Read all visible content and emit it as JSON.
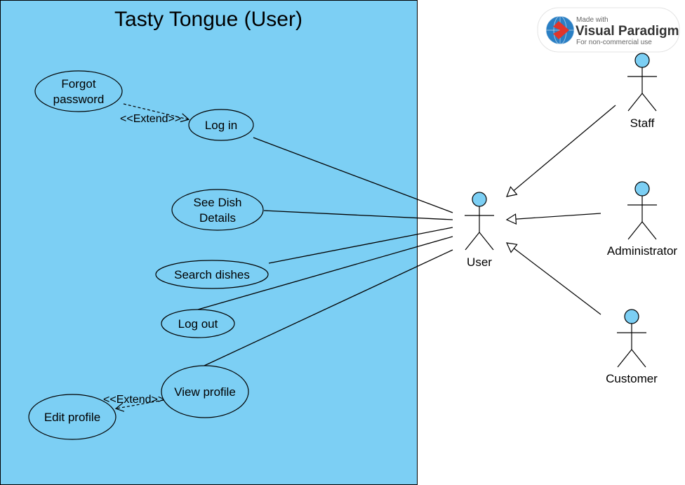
{
  "system": {
    "title": "Tasty Tongue (User)",
    "fill": "#7ccff4",
    "stroke": "#000000"
  },
  "use_cases": {
    "forgot_password": [
      "Forgot",
      "password"
    ],
    "log_in": [
      "Log in"
    ],
    "see_dish_details": [
      "See Dish",
      "Details"
    ],
    "search_dishes": [
      "Search dishes"
    ],
    "log_out": [
      "Log out"
    ],
    "view_profile": [
      "View profile"
    ],
    "edit_profile": [
      "Edit profile"
    ]
  },
  "relations": {
    "extend_login": "<<Extend>>",
    "extend_profile": "<<Extend>>"
  },
  "actors": {
    "user": "User",
    "staff": "Staff",
    "administrator": "Administrator",
    "customer": "Customer",
    "fill": "#7ccff4"
  },
  "watermark": {
    "made_with": "Made with",
    "brand": "Visual Paradigm",
    "note": "For non-commercial use"
  }
}
